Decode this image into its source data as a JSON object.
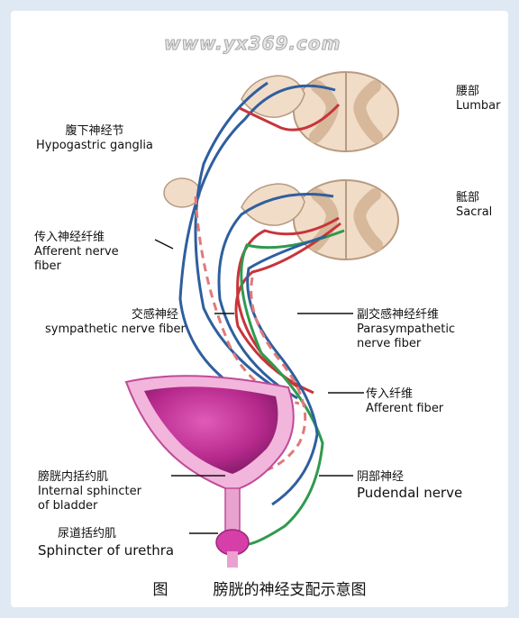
{
  "watermark": "www.yx369.com",
  "labels": {
    "lumbar_cn": "腰部",
    "lumbar_en": "Lumbar",
    "sacral_cn": "骶部",
    "sacral_en": "Sacral",
    "hypogastric_cn": "腹下神经节",
    "hypogastric_en": "Hypogastric ganglia",
    "afferent_nerve_cn": "传入神经纤维",
    "afferent_nerve_en1": "Afferent nerve",
    "afferent_nerve_en2": "fiber",
    "sympathetic_cn": "交感神经",
    "sympathetic_en": "sympathetic nerve fiber",
    "parasympathetic_cn": "副交感神经纤维",
    "parasympathetic_en1": "Parasympathetic",
    "parasympathetic_en2": "nerve fiber",
    "afferent_fiber_cn": "传入纤维",
    "afferent_fiber_en": "Afferent fiber",
    "internal_sphincter_cn": "膀胱内括约肌",
    "internal_sphincter_en1": "Internal sphincter",
    "internal_sphincter_en2": "of bladder",
    "pudendal_cn": "阴部神经",
    "pudendal_en": "Pudendal nerve",
    "urethra_sphincter_cn": "尿道括约肌",
    "urethra_sphincter_en": "Sphincter of urethra"
  },
  "caption": {
    "figure": "图",
    "title": "膀胱的神经支配示意图"
  },
  "colors": {
    "blue_nerve": "#2e5f9e",
    "red_nerve": "#c8343a",
    "green_nerve": "#2f9a4e",
    "dashed_nerve": "#e07a7a",
    "spinal_tissue": "#f1dcc8",
    "bladder": "#d63fa8",
    "bladder_light": "#f2b5dc"
  }
}
